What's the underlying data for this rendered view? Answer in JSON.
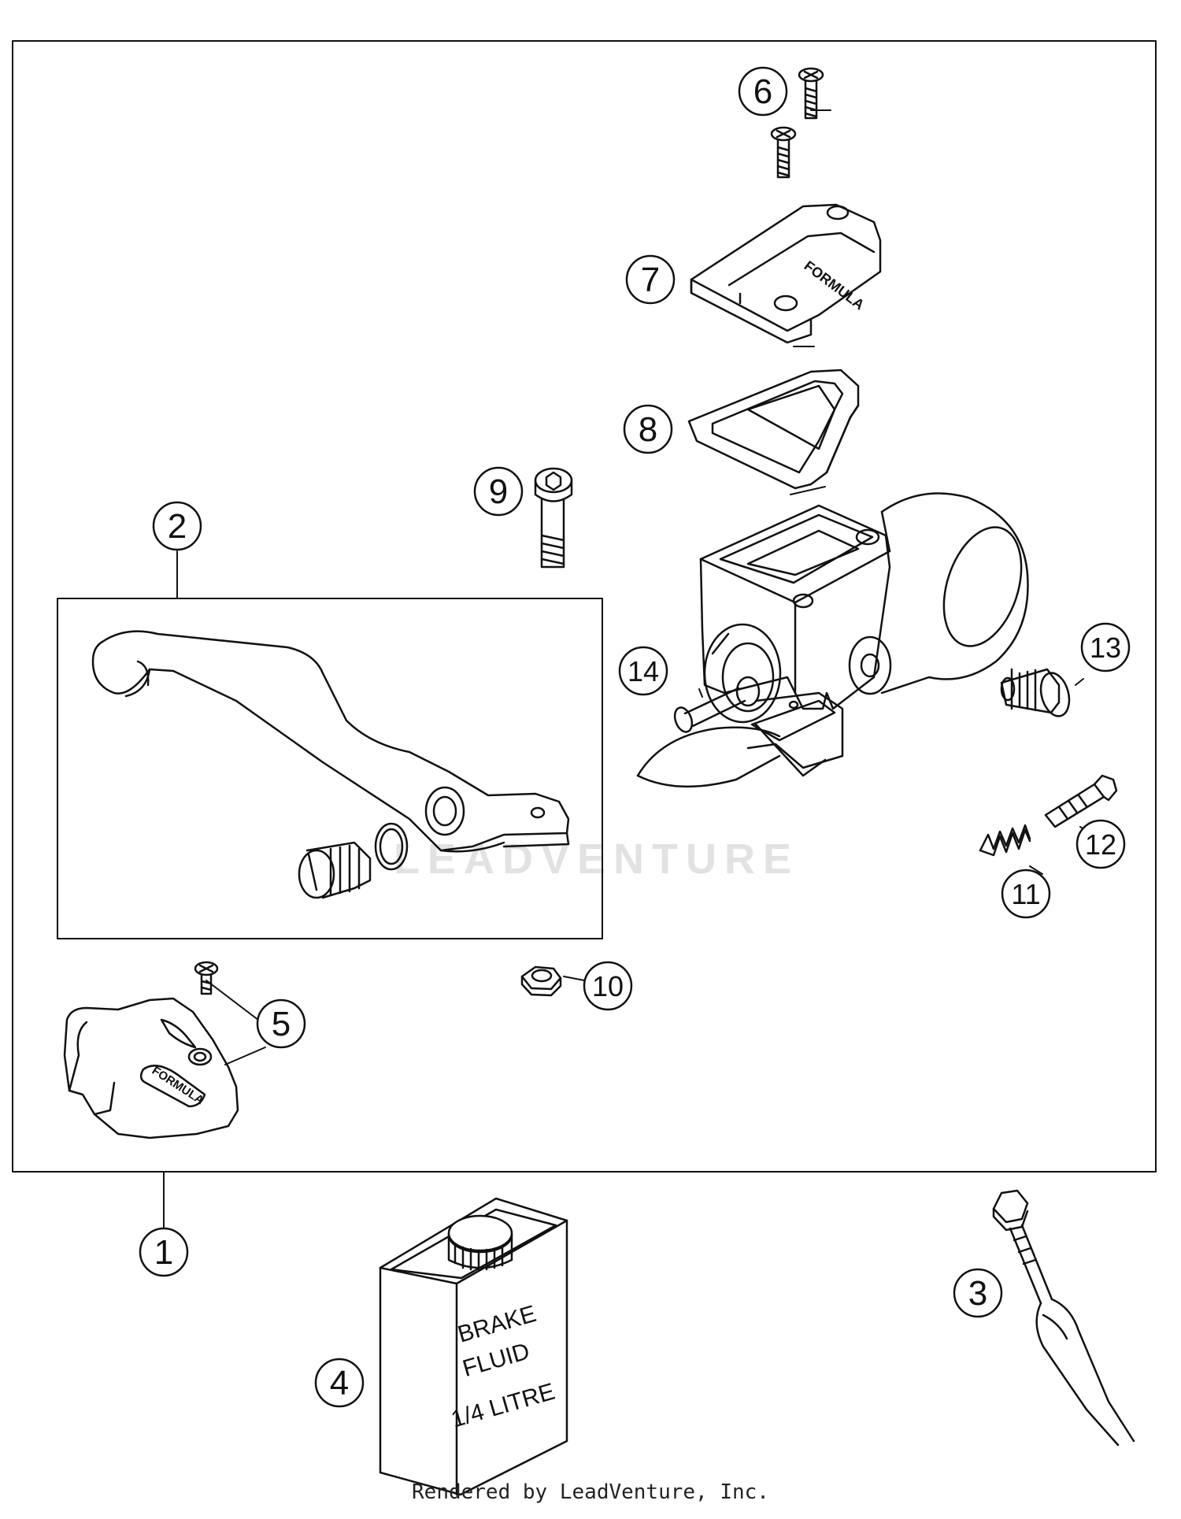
{
  "callouts": [
    {
      "label": "1",
      "name": "callout-1"
    },
    {
      "label": "2",
      "name": "callout-2"
    },
    {
      "label": "3",
      "name": "callout-3"
    },
    {
      "label": "4",
      "name": "callout-4"
    },
    {
      "label": "5",
      "name": "callout-5"
    },
    {
      "label": "6",
      "name": "callout-6"
    },
    {
      "label": "7",
      "name": "callout-7"
    },
    {
      "label": "8",
      "name": "callout-8"
    },
    {
      "label": "9",
      "name": "callout-9"
    },
    {
      "label": "10",
      "name": "callout-10"
    },
    {
      "label": "11",
      "name": "callout-11"
    },
    {
      "label": "12",
      "name": "callout-12"
    },
    {
      "label": "13",
      "name": "callout-13"
    },
    {
      "label": "14",
      "name": "callout-14"
    }
  ],
  "brand_text": "FORMULA",
  "bottle_text": [
    "BRAKE",
    "FLUID",
    "1/4 LITRE"
  ],
  "watermark": "LEADVENTURE",
  "footer": "Rendered by LeadVenture, Inc."
}
